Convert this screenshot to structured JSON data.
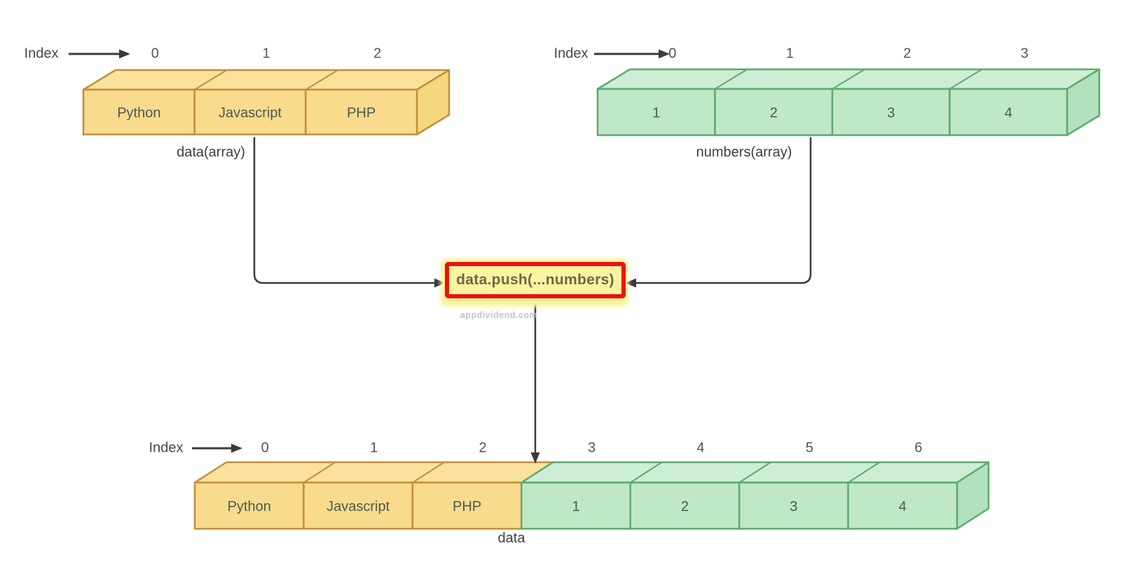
{
  "diagram": {
    "title_context": "Array push with spread operator",
    "index_label": "Index",
    "operation": "data.push(...numbers)",
    "watermark": "appdividend.com",
    "arrays": {
      "top_left": {
        "name": "data(array)",
        "indices": [
          "0",
          "1",
          "2"
        ],
        "cells": [
          "Python",
          "Javascript",
          "PHP"
        ],
        "scheme": "yellow"
      },
      "top_right": {
        "name": "numbers(array)",
        "indices": [
          "0",
          "1",
          "2",
          "3"
        ],
        "cells": [
          "1",
          "2",
          "3",
          "4"
        ],
        "scheme": "green"
      },
      "bottom": {
        "name": "data",
        "indices": [
          "0",
          "1",
          "2",
          "3",
          "4",
          "5",
          "6"
        ],
        "cells": [
          "Python",
          "Javascript",
          "PHP",
          "1",
          "2",
          "3",
          "4"
        ],
        "cell_schemes": [
          "yellow",
          "yellow",
          "yellow",
          "green",
          "green",
          "green",
          "green"
        ]
      }
    },
    "colors": {
      "yellow_fill": "#F8DB8C",
      "yellow_top": "#FAE29D",
      "yellow_side": "#F5D77E",
      "yellow_border": "#C48D3C",
      "green_fill": "#C0E8C7",
      "green_top": "#CDEED5",
      "green_side": "#B2E1BD",
      "green_border": "#5FA96F",
      "connector_line": "#3a3a3a",
      "highlight_fill": "#FBF49E",
      "highlight_border": "#EC1111",
      "watermark_text": "#C4C4C4"
    }
  }
}
